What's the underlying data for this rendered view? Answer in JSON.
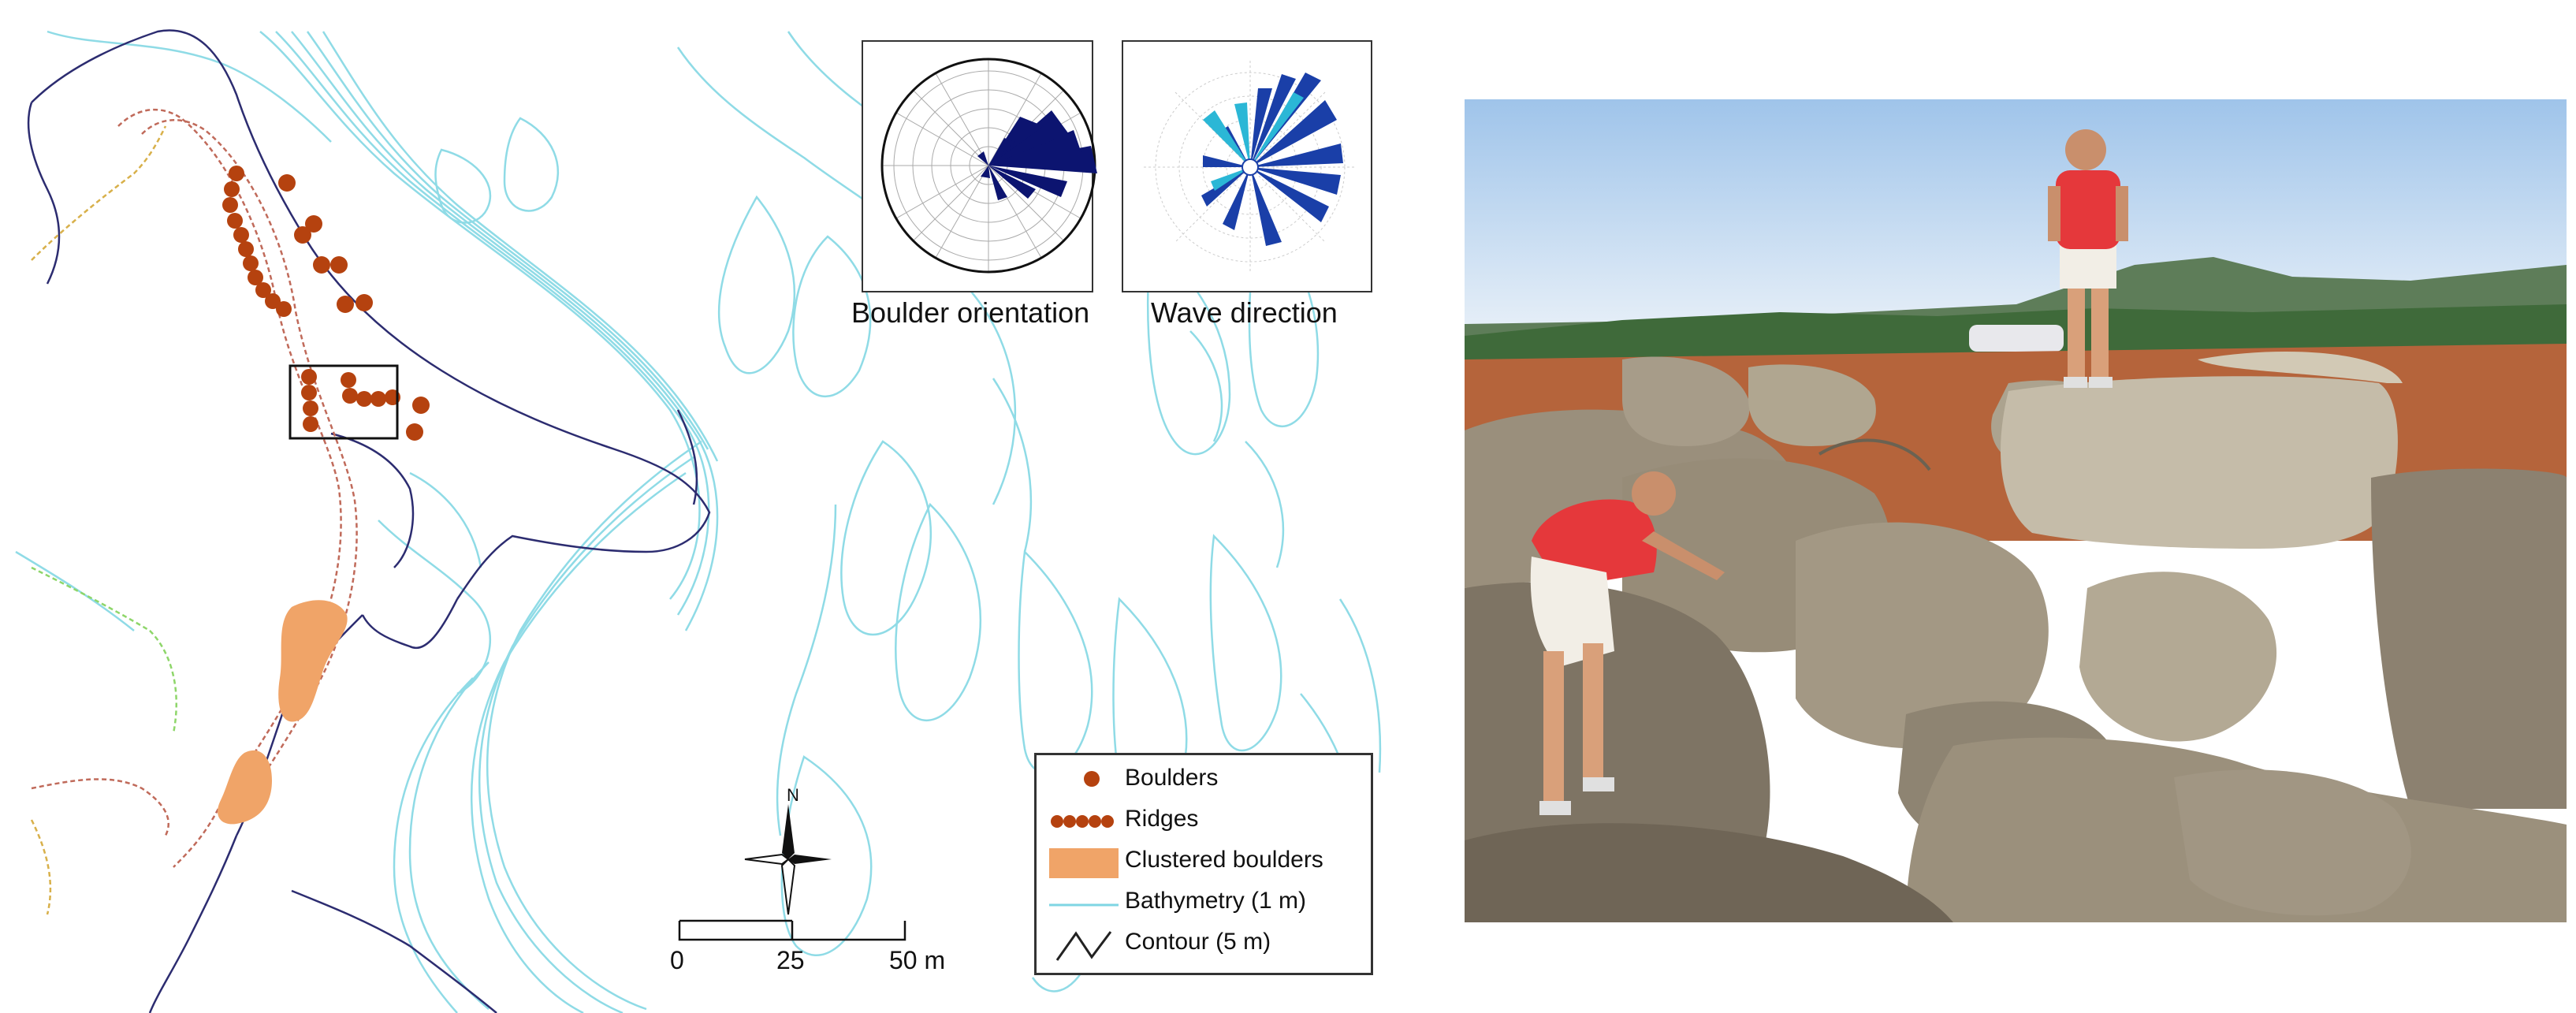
{
  "map": {
    "rose_left_label": "Boulder orientation",
    "rose_right_label": "Wave direction",
    "north_label": "N",
    "scale": {
      "tick0": "0",
      "tick1": "25",
      "tick2": "50 m"
    },
    "legend": [
      {
        "label": "Boulders"
      },
      {
        "label": "Ridges"
      },
      {
        "label": "Clustered boulders"
      },
      {
        "label": "Bathymetry (1 m)"
      },
      {
        "label": "Contour (5 m)"
      }
    ],
    "colors": {
      "boulder": "#b5420f",
      "cluster": "#f0a468",
      "bathymetry": "#7fd6e3",
      "contour": "#2a2a66",
      "rose_fill": "#0c1470",
      "wave_light": "#2bb7d6",
      "wave_dark": "#1a3fa8"
    }
  },
  "photo": {
    "description_icons": [
      "person-icon",
      "rock-icon"
    ]
  }
}
